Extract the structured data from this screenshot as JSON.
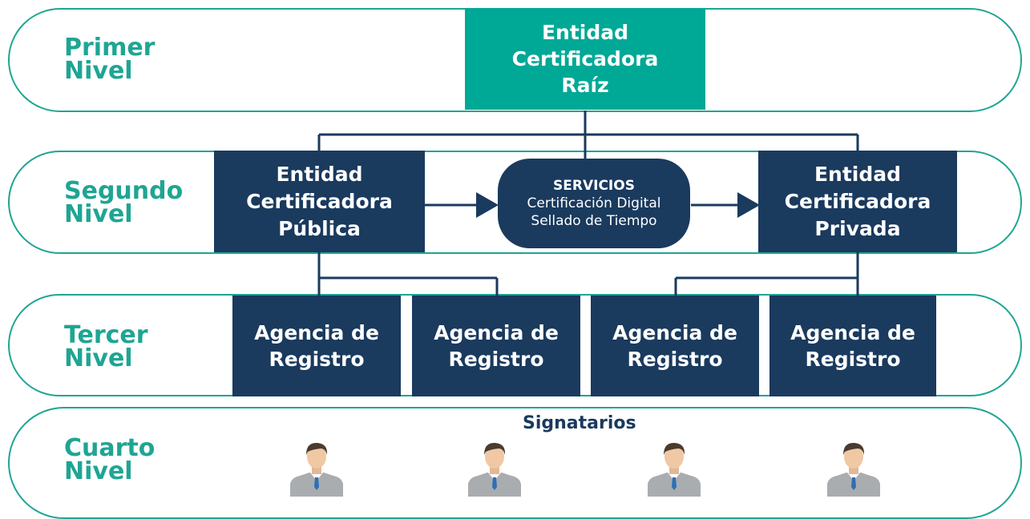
{
  "levels": {
    "first": {
      "line1": "Primer",
      "line2": "Nivel"
    },
    "second": {
      "line1": "Segundo",
      "line2": "Nivel"
    },
    "third": {
      "line1": "Tercer",
      "line2": "Nivel"
    },
    "fourth": {
      "line1": "Cuarto",
      "line2": "Nivel"
    }
  },
  "root_ca": {
    "line1": "Entidad",
    "line2": "Certificadora",
    "line3": "Raíz"
  },
  "public_ca": {
    "line1": "Entidad",
    "line2": "Certificadora",
    "line3": "Pública"
  },
  "private_ca": {
    "line1": "Entidad",
    "line2": "Certificadora",
    "line3": "Privada"
  },
  "services": {
    "title": "SERVICIOS",
    "line1": "Certificación Digital",
    "line2": "Sellado de Tiempo"
  },
  "agencies": [
    {
      "line1": "Agencia de",
      "line2": "Registro"
    },
    {
      "line1": "Agencia de",
      "line2": "Registro"
    },
    {
      "line1": "Agencia de",
      "line2": "Registro"
    },
    {
      "line1": "Agencia de",
      "line2": "Registro"
    }
  ],
  "signers_label": "Signatarios",
  "signer_icon": "person-avatar-icon",
  "colors": {
    "teal": "#1fa593",
    "navy": "#1a3a5e"
  }
}
